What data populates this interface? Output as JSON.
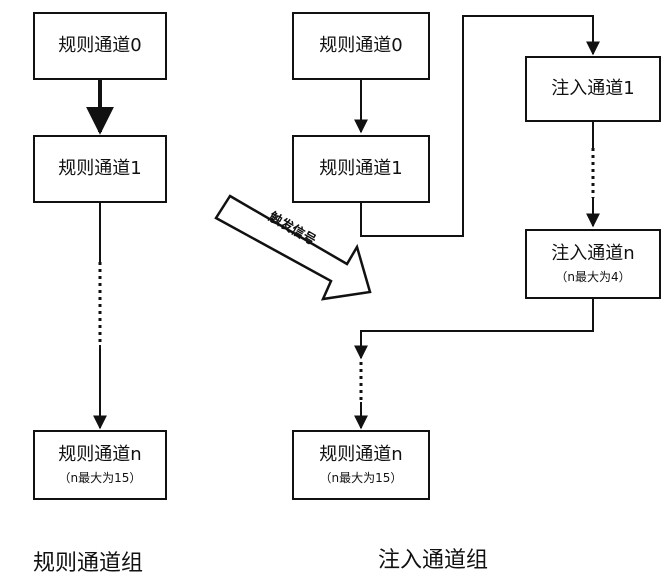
{
  "regular_group": {
    "title": "规则通道组",
    "channel0": "规则通道0",
    "channel1": "规则通道1",
    "channeln": "规则通道n",
    "channeln_note": "（n最大为15）"
  },
  "injected_group": {
    "title": "注入通道组",
    "reg_channel0": "规则通道0",
    "reg_channel1": "规则通道1",
    "inj_channel1": "注入通道1",
    "inj_channeln": "注入通道n",
    "inj_channeln_note": "（n最大为4）",
    "reg_channeln": "规则通道n",
    "reg_channeln_note": "（n最大为15）"
  },
  "trigger_label": "触发信号"
}
